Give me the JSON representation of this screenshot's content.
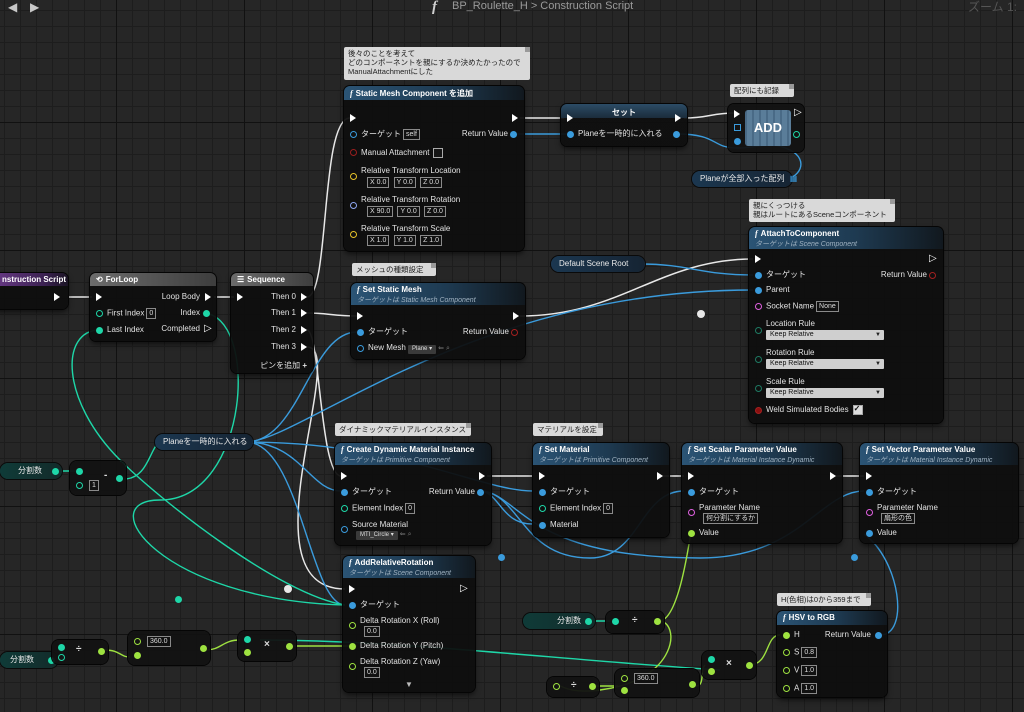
{
  "toolbar": {
    "back_icon": "arrow-left-icon",
    "forward_icon": "arrow-right-icon",
    "function_icon": "function-f-icon",
    "blueprint_name": "BP_Roulette_H",
    "separator": ">",
    "graph_name": "Construction Script",
    "zoom": "ズーム 1:"
  },
  "colors": {
    "exec": "#ffffff",
    "object": "#3a9bdc",
    "integer": "#1ed7a8",
    "float": "#9ee240",
    "vector": "#e6c229",
    "rotator": "#8ea6f0",
    "bool": "#a42020",
    "string": "#e060e0",
    "function_header": "#2b5475",
    "event_header": "#6a3a88"
  },
  "comments": {
    "static_mesh": [
      "後々のことを考えて",
      "どのコンポーネントを親にするか決めたかったので",
      "ManualAttachmentにした"
    ],
    "array_add": "配列にも記録",
    "attach": [
      "親にくっつける",
      "親はルートにあるSceneコンポーネント"
    ],
    "set_static_mesh": "メッシュの種類設定",
    "dynamic_material": "ダイナミックマテリアルインスタンス",
    "set_material": "マテリアルを設定",
    "hsv": "H(色相)は0から359まで"
  },
  "nodes": {
    "construction_script": {
      "title": "nstruction Script"
    },
    "for_loop": {
      "title": "ForLoop",
      "first_index": "First Index",
      "first_index_value": "0",
      "last_index": "Last Index",
      "loop_body": "Loop Body",
      "index": "Index",
      "completed": "Completed"
    },
    "sequence": {
      "title": "Sequence",
      "then": [
        "Then 0",
        "Then 1",
        "Then 2",
        "Then 3"
      ],
      "add_pin": "ピンを追加",
      "add_icon": "plus-icon"
    },
    "add_static_mesh": {
      "title": "Static Mesh Component を追加",
      "target": "ターゲット",
      "target_value": "self",
      "return_value": "Return Value",
      "manual_attachment": "Manual Attachment",
      "location": "Relative Transform Location",
      "location_vals": [
        "0.0",
        "0.0",
        "0.0"
      ],
      "rotation": "Relative Transform Rotation",
      "rotation_vals": [
        "90.0",
        "0.0",
        "0.0"
      ],
      "scale": "Relative Transform Scale",
      "scale_vals": [
        "1.0",
        "1.0",
        "1.0"
      ],
      "axis": [
        "X",
        "Y",
        "Z"
      ]
    },
    "set_plane": {
      "title": "セット",
      "input": "Planeを一時的に入れる"
    },
    "array_add": {
      "label": "ADD"
    },
    "plane_array_var": {
      "label": "Planeが全部入った配列"
    },
    "default_scene_root": {
      "label": "Default Scene Root"
    },
    "attach": {
      "title": "AttachToComponent",
      "subtitle": "ターゲットは Scene Component",
      "target": "ターゲット",
      "parent": "Parent",
      "socket": "Socket Name",
      "socket_value": "None",
      "return_value": "Return Value",
      "location_rule": "Location Rule",
      "rotation_rule": "Rotation Rule",
      "scale_rule": "Scale Rule",
      "rule_value": "Keep Relative",
      "weld": "Weld Simulated Bodies"
    },
    "set_static_mesh": {
      "title": "Set Static Mesh",
      "subtitle": "ターゲットは Static Mesh Component",
      "target": "ターゲット",
      "new_mesh": "New Mesh",
      "new_mesh_value": "Plane",
      "return_value": "Return Value"
    },
    "plane_temp_var": {
      "label": "Planeを一時的に入れる"
    },
    "create_dmi": {
      "title": "Create Dynamic Material Instance",
      "subtitle": "ターゲットは Primitive Component",
      "target": "ターゲット",
      "element_index": "Element Index",
      "element_index_value": "0",
      "source_material": "Source Material",
      "source_material_value": "MTI_Circle",
      "return_value": "Return Value"
    },
    "set_material": {
      "title": "Set Material",
      "subtitle": "ターゲットは Primitive Component",
      "target": "ターゲット",
      "element_index": "Element Index",
      "element_index_value": "0",
      "material": "Material"
    },
    "set_scalar": {
      "title": "Set Scalar Parameter Value",
      "subtitle": "ターゲットは Material Instance Dynamic",
      "target": "ターゲット",
      "param_name": "Parameter Name",
      "param_value": "何分割にするか",
      "value": "Value"
    },
    "set_vector": {
      "title": "Set Vector Parameter Value",
      "subtitle": "ターゲットは Material Instance Dynamic",
      "target": "ターゲット",
      "param_name": "Parameter Name",
      "param_value": "扇形の色",
      "value": "Value"
    },
    "add_rotation": {
      "title": "AddRelativeRotation",
      "subtitle": "ターゲットは Scene Component",
      "target": "ターゲット",
      "roll": "Delta Rotation X (Roll)",
      "roll_value": "0.0",
      "pitch": "Delta Rotation Y (Pitch)",
      "yaw": "Delta Rotation Z (Yaw)",
      "yaw_value": "0.0"
    },
    "hsv": {
      "title": "HSV to RGB",
      "h": "H",
      "s": "S",
      "s_value": "0.8",
      "v": "V",
      "v_value": "1.0",
      "a": "A",
      "a_value": "1.0",
      "return_value": "Return Value"
    },
    "div_var_left": {
      "label": "分割数"
    },
    "div_var_bottom": {
      "label": "分割数"
    },
    "div_var_mid": {
      "label": "分割数"
    },
    "minus_node": {
      "symbol": "-",
      "value": "1"
    },
    "div_node_left": {
      "symbol": "÷"
    },
    "div_node_mid": {
      "symbol": "÷"
    },
    "div_node_low": {
      "symbol": "÷"
    },
    "conv_node_left": {
      "value": "360.0"
    },
    "conv_node_low": {
      "value": "360.0"
    },
    "mul_node_left": {
      "symbol": "×"
    },
    "mul_node_right": {
      "symbol": "×"
    }
  }
}
